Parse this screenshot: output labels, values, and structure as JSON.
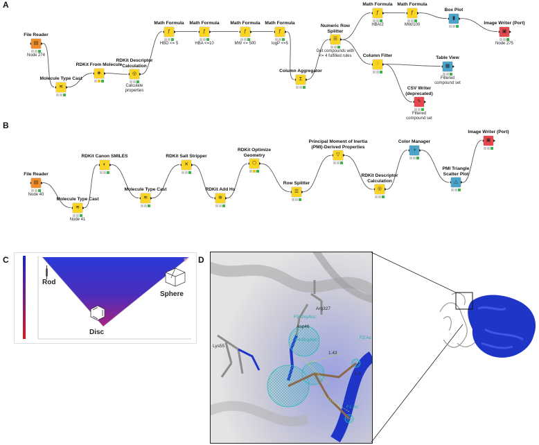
{
  "panels": {
    "a": "A",
    "b": "B",
    "c": "C",
    "d": "D"
  },
  "workflow_a": {
    "nodes": [
      {
        "id": "a1",
        "title": "File Reader",
        "sub": "Node 274",
        "icon": "file-reader-icon",
        "type": "orange"
      },
      {
        "id": "a2",
        "title": "Molecule Type Cast",
        "sub": "",
        "icon": "type-cast-icon",
        "type": "yellow"
      },
      {
        "id": "a3",
        "title": "RDKit From Molecule",
        "sub": "",
        "icon": "rdkit-from-molecule-icon",
        "type": "yellow"
      },
      {
        "id": "a4",
        "title": "RDKit Descriptor\nCalculation",
        "sub": "Calculate\nproperties",
        "icon": "descriptor-icon",
        "type": "yellow"
      },
      {
        "id": "a5",
        "title": "Math Formula",
        "sub": "HBD <= 5",
        "icon": "math-formula-icon",
        "type": "yellow"
      },
      {
        "id": "a6",
        "title": "Math Formula",
        "sub": "HBA <=10",
        "icon": "math-formula-icon",
        "type": "yellow"
      },
      {
        "id": "a7",
        "title": "Math Formula",
        "sub": "MW <= 500",
        "icon": "math-formula-icon",
        "type": "yellow"
      },
      {
        "id": "a8",
        "title": "Math Formula",
        "sub": "logP <=5",
        "icon": "math-formula-icon",
        "type": "yellow"
      },
      {
        "id": "a9",
        "title": "Column Aggregator",
        "sub": "",
        "icon": "column-aggregator-icon",
        "type": "yellow"
      },
      {
        "id": "a10",
        "title": "Numeric Row\nSplitter",
        "sub": "Get compounds with\n<= 4 fulfilled rules",
        "icon": "row-splitter-icon",
        "type": "yellow"
      },
      {
        "id": "a11",
        "title": "Math Formula",
        "sub": "HBA/2",
        "icon": "math-formula-icon",
        "type": "yellow"
      },
      {
        "id": "a12",
        "title": "Math Formula",
        "sub": "MW/100",
        "icon": "math-formula-icon",
        "type": "yellow"
      },
      {
        "id": "a13",
        "title": "Box Plot",
        "sub": "",
        "icon": "box-plot-icon",
        "type": "blue"
      },
      {
        "id": "a14",
        "title": "Image Writer (Port)",
        "sub": "Node 275",
        "icon": "image-writer-icon",
        "type": "red"
      },
      {
        "id": "a15",
        "title": "Column Filter",
        "sub": "",
        "icon": "column-filter-icon",
        "type": "yellow"
      },
      {
        "id": "a16",
        "title": "Table View",
        "sub": "Filtered\ncompound set",
        "icon": "table-view-icon",
        "type": "blue"
      },
      {
        "id": "a17",
        "title": "CSV Writer\n(deprecated)",
        "sub": "Filtered\ncompound set",
        "icon": "csv-writer-icon",
        "type": "red"
      }
    ]
  },
  "workflow_b": {
    "nodes": [
      {
        "id": "b1",
        "title": "File Reader",
        "sub": "Node 40",
        "icon": "file-reader-icon",
        "type": "orange"
      },
      {
        "id": "b2",
        "title": "Molecule Type Cast",
        "sub": "Node 41",
        "icon": "type-cast-icon",
        "type": "yellow"
      },
      {
        "id": "b3",
        "title": "RDKit Canon SMILES",
        "sub": "",
        "icon": "canon-smiles-icon",
        "type": "yellow"
      },
      {
        "id": "b4",
        "title": "Molecule Type Cast",
        "sub": "",
        "icon": "type-cast-icon",
        "type": "yellow"
      },
      {
        "id": "b5",
        "title": "RDKit Salt Stripper",
        "sub": "",
        "icon": "salt-stripper-icon",
        "type": "yellow"
      },
      {
        "id": "b6",
        "title": "RDKit Add Hs",
        "sub": "",
        "icon": "add-hs-icon",
        "type": "yellow"
      },
      {
        "id": "b7",
        "title": "RDKit Optimize\nGeometry",
        "sub": "",
        "icon": "optimize-geometry-icon",
        "type": "yellow"
      },
      {
        "id": "b8",
        "title": "Row Splitter",
        "sub": "",
        "icon": "row-splitter-icon",
        "type": "yellow"
      },
      {
        "id": "b9",
        "title": "Principal Moment of Inertia\n(PMI)-Derived Properties",
        "sub": "",
        "icon": "pmi-icon",
        "type": "yellow"
      },
      {
        "id": "b10",
        "title": "RDKit Descriptor\nCalculation",
        "sub": "",
        "icon": "descriptor-icon",
        "type": "yellow"
      },
      {
        "id": "b11",
        "title": "Color Manager",
        "sub": "",
        "icon": "color-manager-icon",
        "type": "blue"
      },
      {
        "id": "b12",
        "title": "PMI Triangle\nScatter Plot",
        "sub": "",
        "icon": "triangle-plot-icon",
        "type": "blue"
      },
      {
        "id": "b13",
        "title": "Image Writer (Port)",
        "sub": "",
        "icon": "image-writer-icon",
        "type": "red"
      }
    ]
  },
  "pmi_plot": {
    "rod": "Rod",
    "disc": "Disc",
    "sphere": "Sphere"
  },
  "binding_site": {
    "labels": [
      "Arg327",
      "F3:OxyAcc:",
      "Asp46",
      "F4:OxyAcc:",
      "F2:Ac",
      "Lys55",
      "1.43",
      "1.5",
      "F1:Ac"
    ]
  },
  "colors": {
    "orange": "#f28c28",
    "yellow": "#f9d423",
    "blue": "#4aa3c8",
    "red": "#e8464d",
    "protein": "#1f35c7",
    "cage": "#2cb7b7"
  }
}
